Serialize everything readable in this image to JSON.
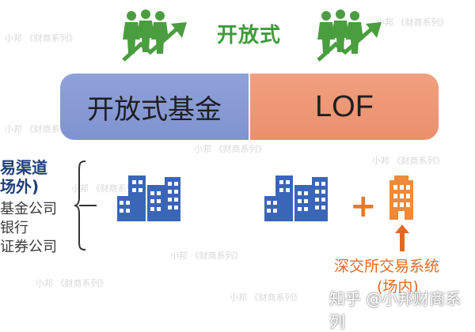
{
  "header": {
    "title": "开放式"
  },
  "boxes": {
    "left_label": "开放式基金",
    "right_label": "LOF"
  },
  "channels": {
    "title_line1": "易渠道",
    "title_line2": "场外)",
    "items": [
      "基金公司",
      "银行",
      "证券公司"
    ]
  },
  "exchange": {
    "label_line1": "深交所交易系统",
    "label_line2": "(场内)"
  },
  "watermark": {
    "main": "知乎 @小邦财商系列",
    "small": "小邦 《财商系列》"
  },
  "icons": {
    "people_left": "people-growth-icon",
    "people_right": "people-growth-icon",
    "building": "building-icon",
    "single_building": "single-building-icon",
    "plus": "plus-icon",
    "up_arrow": "up-arrow-icon",
    "bracket": "left-brace-icon"
  },
  "colors": {
    "green": "#4a9e3f",
    "blue_box": "#8394d2",
    "orange_box": "#ec9474",
    "building_blue": "#3a66b8",
    "orange": "#e36a23"
  }
}
